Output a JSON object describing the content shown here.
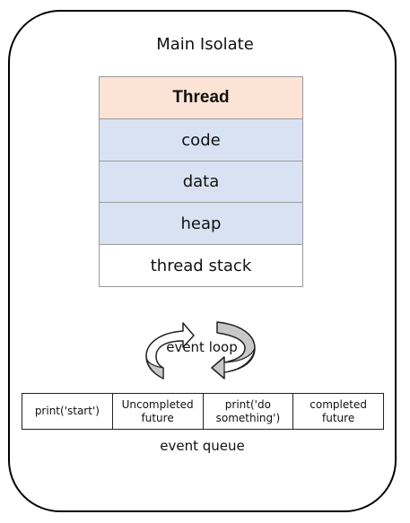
{
  "isolate": {
    "title": "Main Isolate"
  },
  "thread_table": {
    "header": "Thread",
    "rows": [
      "code",
      "data",
      "heap",
      "thread stack"
    ],
    "colors": {
      "header_bg": "#fbe4d5",
      "segment_bg": "#d9e2f3",
      "stack_bg": "#ffffff"
    }
  },
  "event_loop": {
    "label": "event loop",
    "arrow_fill_light": "#ffffff",
    "arrow_fill_dark": "#c8c8c8"
  },
  "event_queue": {
    "label": "event queue",
    "items": [
      "print('start')",
      "Uncompleted\nfuture",
      "print('do\nsomething')",
      "completed\nfuture"
    ]
  }
}
